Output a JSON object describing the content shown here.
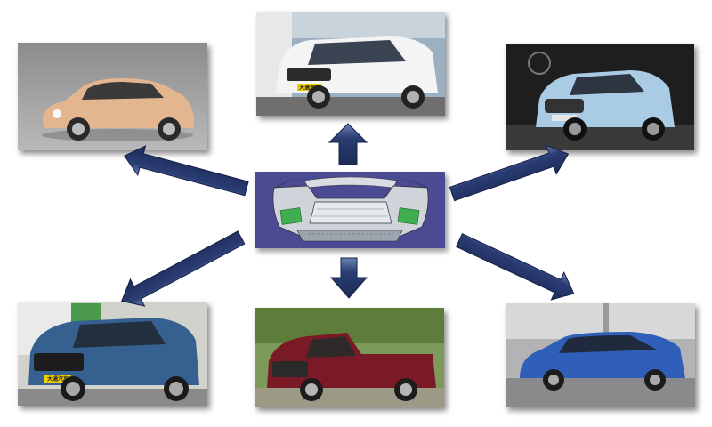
{
  "diagram": {
    "center": {
      "label": "bumper-part-cad-model"
    },
    "photos": [
      {
        "id": "electric-hatchback",
        "body_color": "#e3b690",
        "background": "#9c9c9c"
      },
      {
        "id": "white-mpv",
        "body_color": "#f4f4f4",
        "background": "#8aa0b4",
        "plate": "大通汽车"
      },
      {
        "id": "compact-suv-light-blue",
        "body_color": "#a9cbe4",
        "background": "#2a2a2a"
      },
      {
        "id": "blue-suv",
        "body_color": "#35608f",
        "background": "#c9c9c4",
        "plate": "大通汽车"
      },
      {
        "id": "red-pickup",
        "body_color": "#7a1a26",
        "background": "#5f7d3a"
      },
      {
        "id": "blue-mpv",
        "body_color": "#2f5fb8",
        "background": "#a9a9ab"
      }
    ],
    "colors": {
      "arrow_fill": "#2a3d74",
      "arrow_highlight": "#6e82b3",
      "panel": "#4b4b93"
    }
  }
}
